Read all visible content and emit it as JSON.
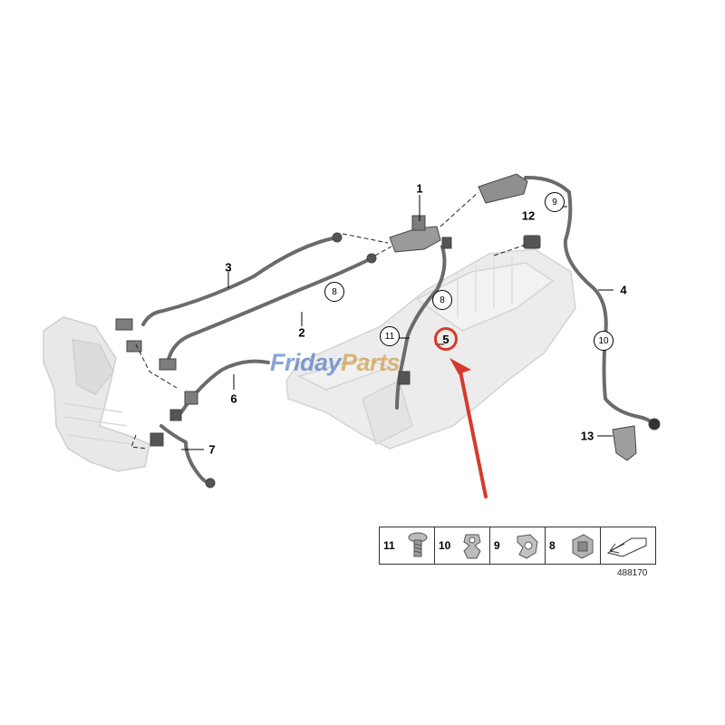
{
  "callouts": {
    "c1": "1",
    "c2": "2",
    "c3": "3",
    "c4": "4",
    "c5": "5",
    "c6": "6",
    "c7": "7",
    "c12": "12",
    "c13": "13"
  },
  "circled": {
    "c9": "9",
    "c8a": "8",
    "c8b": "8",
    "c11": "11",
    "c10": "10",
    "c5": "5"
  },
  "watermark": {
    "part1": "Friday",
    "part2": "Parts"
  },
  "legend": {
    "items": [
      {
        "num": "11",
        "icon": "bolt-icon"
      },
      {
        "num": "10",
        "icon": "clip-icon"
      },
      {
        "num": "9",
        "icon": "hose-clip-icon"
      },
      {
        "num": "8",
        "icon": "holder-clip-icon"
      },
      {
        "num": "",
        "icon": "cutaway-arrow-icon"
      }
    ]
  },
  "reference_number": "488170",
  "colors": {
    "highlight": "#d63a2a",
    "hose": "#6b6b6b",
    "manifold": "#e2e2e2",
    "watermark_blue": "#2a5ab5",
    "watermark_orange": "#c8861a"
  }
}
